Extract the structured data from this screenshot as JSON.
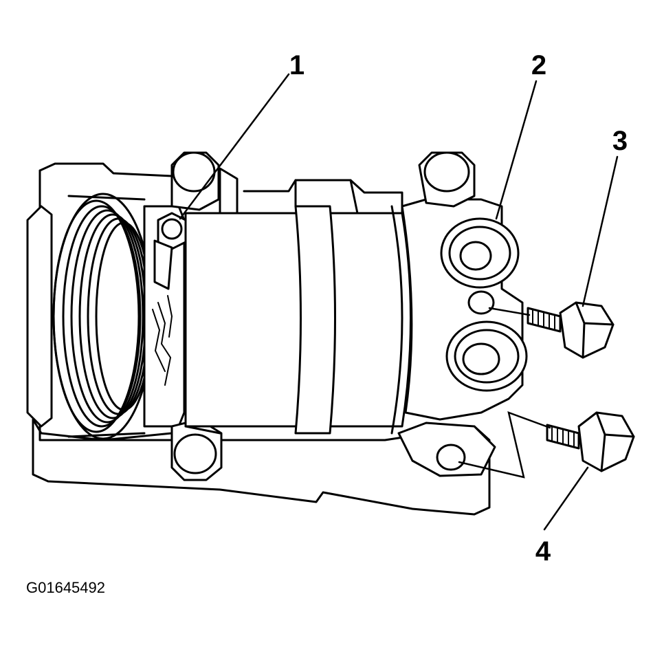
{
  "callouts": {
    "c1": "1",
    "c2": "2",
    "c3": "3",
    "c4": "4"
  },
  "figure_id": "G01645492"
}
